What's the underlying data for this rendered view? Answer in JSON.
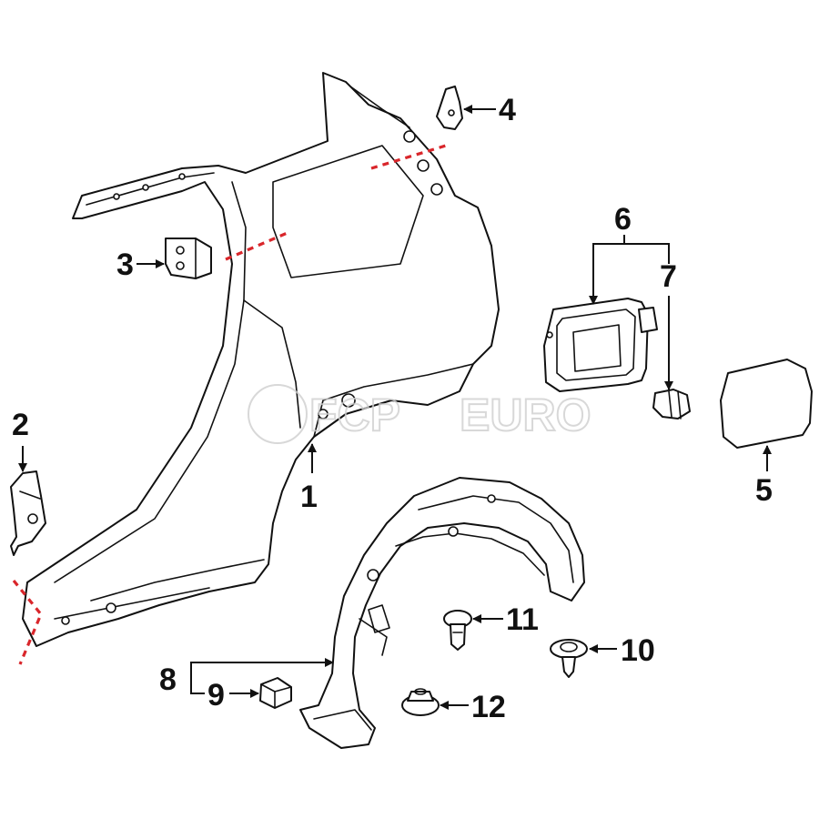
{
  "watermark": {
    "brand": "FCP",
    "suffix": "EURO"
  },
  "callouts": [
    {
      "id": "1",
      "label": "1"
    },
    {
      "id": "2",
      "label": "2"
    },
    {
      "id": "3",
      "label": "3"
    },
    {
      "id": "4",
      "label": "4"
    },
    {
      "id": "5",
      "label": "5"
    },
    {
      "id": "6",
      "label": "6"
    },
    {
      "id": "7",
      "label": "7"
    },
    {
      "id": "8",
      "label": "8"
    },
    {
      "id": "9",
      "label": "9"
    },
    {
      "id": "10",
      "label": "10"
    },
    {
      "id": "11",
      "label": "11"
    },
    {
      "id": "12",
      "label": "12"
    }
  ],
  "colors": {
    "line": "#111111",
    "cut_line": "#d9262b",
    "watermark": "#cfcfcf"
  }
}
